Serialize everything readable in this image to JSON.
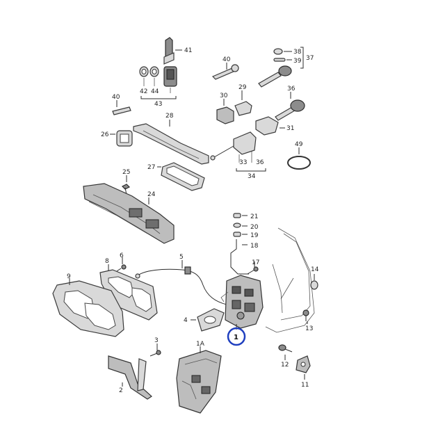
{
  "diagram": {
    "callouts": [
      "41",
      "40",
      "42",
      "44",
      "43",
      "38",
      "39",
      "37",
      "30",
      "29",
      "36",
      "31",
      "26",
      "28",
      "49",
      "33",
      "36",
      "34",
      "27",
      "25",
      "24",
      "21",
      "20",
      "19",
      "18",
      "5",
      "17",
      "14",
      "8",
      "6",
      "9",
      "4",
      "1",
      "13",
      "3",
      "1A",
      "12",
      "2",
      "11"
    ],
    "highlighted_callout": "1",
    "highlight_color": "#1f3fbf"
  }
}
